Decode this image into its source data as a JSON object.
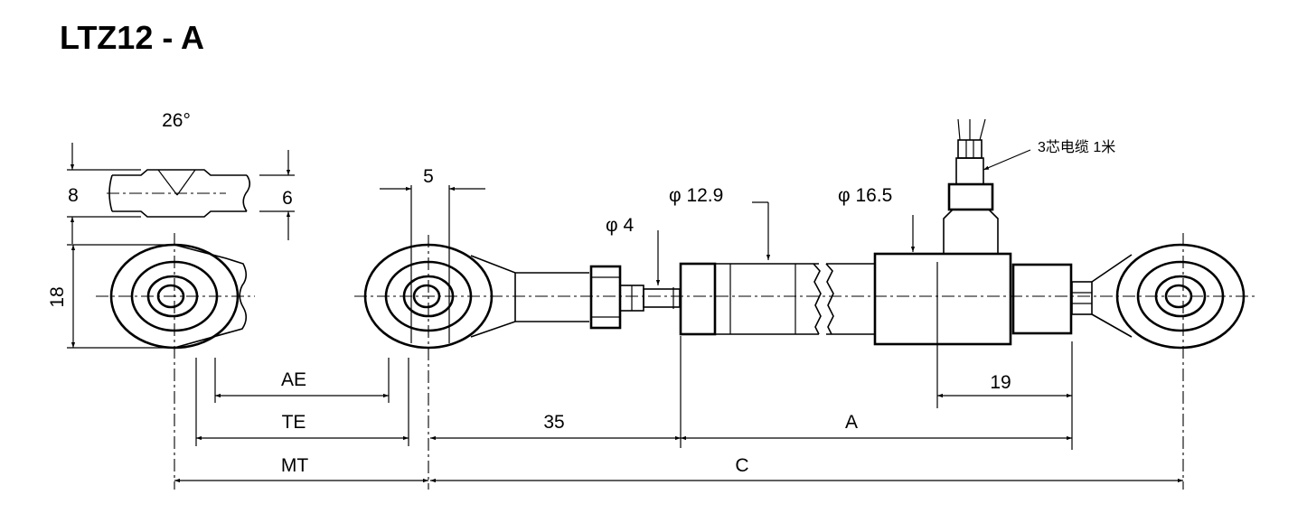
{
  "title": "LTZ12 - A",
  "labels": {
    "angle": "26°",
    "thick8": "8",
    "thick6": "6",
    "height18": "18",
    "width5": "5",
    "dia4": "φ 4",
    "dia12_9": "φ 12.9",
    "dia16_5": "φ 16.5",
    "cable": "3芯电缆 1米",
    "ae": "AE",
    "te": "TE",
    "mt": "MT",
    "len35": "35",
    "lenA": "A",
    "lenC": "C",
    "len19": "19"
  }
}
